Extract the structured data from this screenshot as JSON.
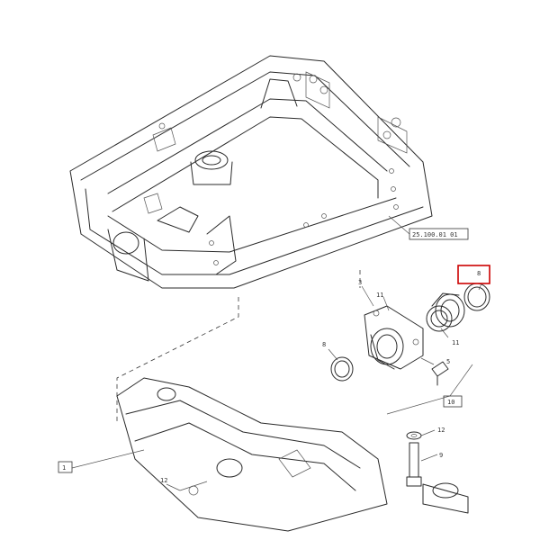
{
  "diagram": {
    "ref_frame": "25.100.01 01",
    "callouts": {
      "highlight": "8",
      "c3": "3",
      "c11_top": "11",
      "c11_right": "11",
      "c8_left": "8",
      "c5": "5",
      "c12": "12",
      "c9": "9",
      "c10": "10",
      "c1": "1",
      "c12_bottom": "12"
    },
    "colors": {
      "highlight": "#cc0000",
      "line": "#2a2a2a"
    }
  }
}
